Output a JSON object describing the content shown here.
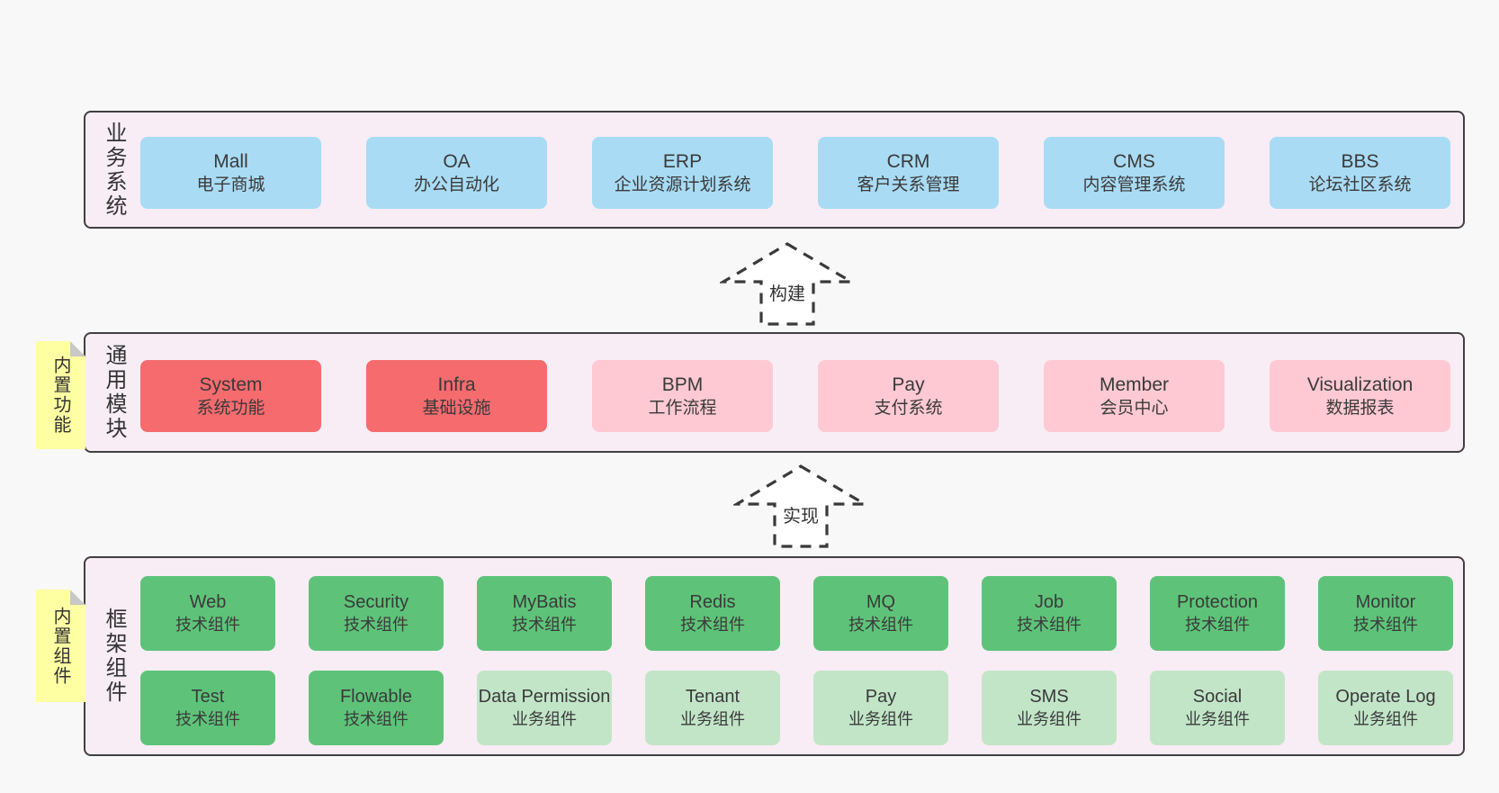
{
  "colors": {
    "page_bg": "#f8f8f8",
    "section_bg": "#f8edf5",
    "section_border": "#404040",
    "blue": "#a9dbf4",
    "red": "#f56b6e",
    "pink": "#fec9d2",
    "green": "#5ec379",
    "green_light": "#c2e5c8",
    "yellow": "#feffa2",
    "fold": "#c8c8c8",
    "text": "#3a3a3a",
    "arrow": "#3a3a3a"
  },
  "business": {
    "label": "业务系统",
    "boxes": [
      {
        "title": "Mall",
        "subtitle": "电子商城",
        "variant": "blue"
      },
      {
        "title": "OA",
        "subtitle": "办公自动化",
        "variant": "blue"
      },
      {
        "title": "ERP",
        "subtitle": "企业资源计划系统",
        "variant": "blue"
      },
      {
        "title": "CRM",
        "subtitle": "客户关系管理",
        "variant": "blue"
      },
      {
        "title": "CMS",
        "subtitle": "内容管理系统",
        "variant": "blue"
      },
      {
        "title": "BBS",
        "subtitle": "论坛社区系统",
        "variant": "blue"
      }
    ]
  },
  "arrows": {
    "build": "构建",
    "implement": "实现"
  },
  "modules": {
    "sticky": "内置功能",
    "label": "通用模块",
    "boxes": [
      {
        "title": "System",
        "subtitle": "系统功能",
        "variant": "red"
      },
      {
        "title": "Infra",
        "subtitle": "基础设施",
        "variant": "red"
      },
      {
        "title": "BPM",
        "subtitle": "工作流程",
        "variant": "pink"
      },
      {
        "title": "Pay",
        "subtitle": "支付系统",
        "variant": "pink"
      },
      {
        "title": "Member",
        "subtitle": "会员中心",
        "variant": "pink"
      },
      {
        "title": "Visualization",
        "subtitle": "数据报表",
        "variant": "pink"
      }
    ]
  },
  "components": {
    "sticky": "内置组件",
    "label": "框架组件",
    "rows": [
      [
        {
          "title": "Web",
          "subtitle": "技术组件",
          "variant": "green"
        },
        {
          "title": "Security",
          "subtitle": "技术组件",
          "variant": "green"
        },
        {
          "title": "MyBatis",
          "subtitle": "技术组件",
          "variant": "green"
        },
        {
          "title": "Redis",
          "subtitle": "技术组件",
          "variant": "green"
        },
        {
          "title": "MQ",
          "subtitle": "技术组件",
          "variant": "green"
        },
        {
          "title": "Job",
          "subtitle": "技术组件",
          "variant": "green"
        },
        {
          "title": "Protection",
          "subtitle": "技术组件",
          "variant": "green"
        },
        {
          "title": "Monitor",
          "subtitle": "技术组件",
          "variant": "green"
        }
      ],
      [
        {
          "title": "Test",
          "subtitle": "技术组件",
          "variant": "green"
        },
        {
          "title": "Flowable",
          "subtitle": "技术组件",
          "variant": "green"
        },
        {
          "title": "Data Permission",
          "subtitle": "业务组件",
          "variant": "green_light"
        },
        {
          "title": "Tenant",
          "subtitle": "业务组件",
          "variant": "green_light"
        },
        {
          "title": "Pay",
          "subtitle": "业务组件",
          "variant": "green_light"
        },
        {
          "title": "SMS",
          "subtitle": "业务组件",
          "variant": "green_light"
        },
        {
          "title": "Social",
          "subtitle": "业务组件",
          "variant": "green_light"
        },
        {
          "title": "Operate Log",
          "subtitle": "业务组件",
          "variant": "green_light"
        }
      ]
    ]
  }
}
